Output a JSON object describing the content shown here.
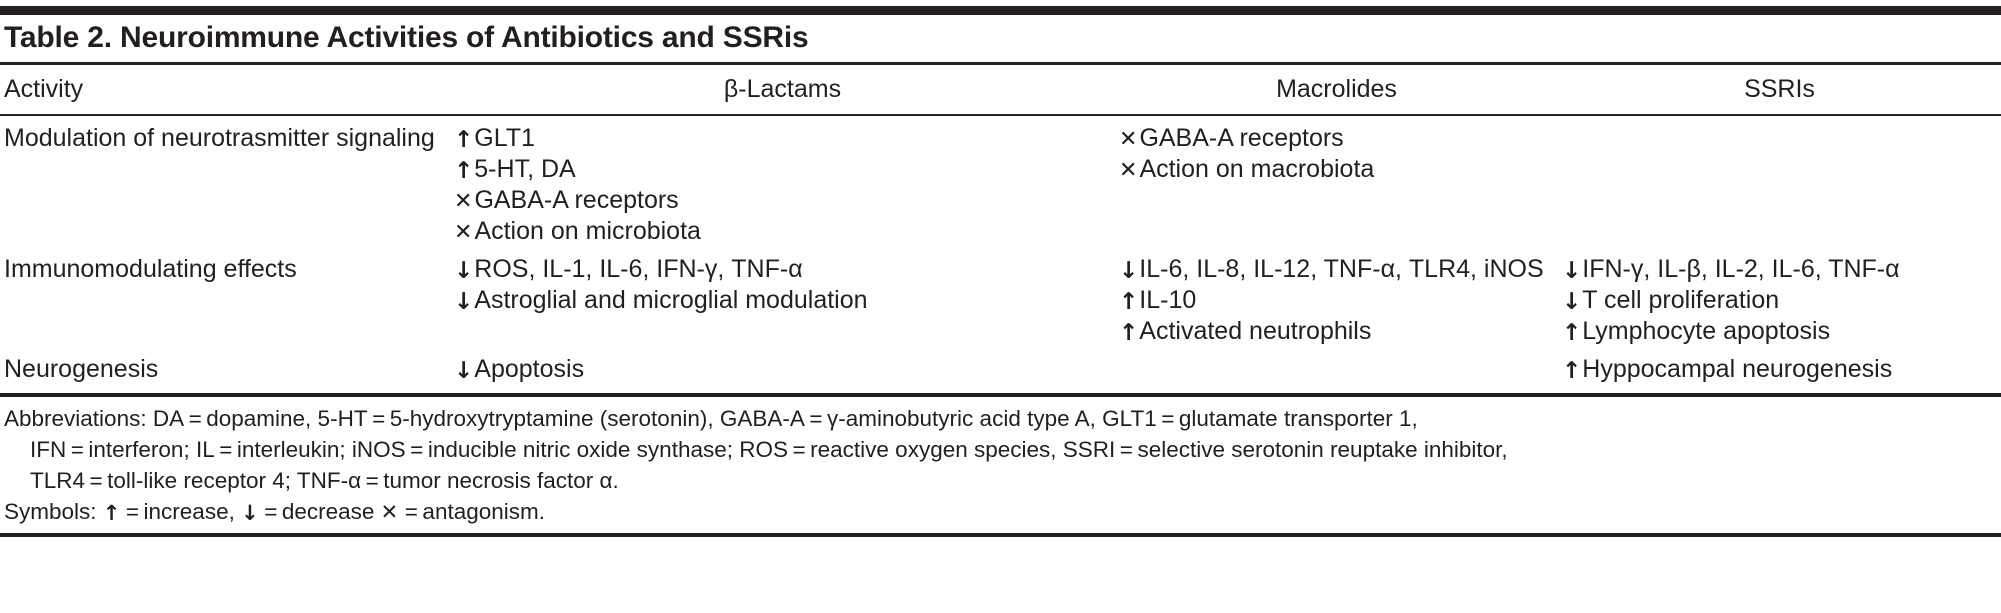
{
  "title": "Table 2. Neuroimmune Activities of Antibiotics and SSRis",
  "columns": {
    "activity": "Activity",
    "betalactams": "β-Lactams",
    "macrolides": "Macrolides",
    "ssris": "SSRIs"
  },
  "rows": [
    {
      "activity": "Modulation of neurotrasmitter signaling",
      "betalactams": [
        {
          "symbol": "↑",
          "symbol_name": "increase",
          "text": "GLT1"
        },
        {
          "symbol": "↑",
          "symbol_name": "increase",
          "text": "5-HT, DA"
        },
        {
          "symbol": "✕",
          "symbol_name": "antagonism",
          "text": "GABA-A receptors"
        },
        {
          "symbol": "✕",
          "symbol_name": "antagonism",
          "text": "Action on microbiota"
        }
      ],
      "macrolides": [
        {
          "symbol": "✕",
          "symbol_name": "antagonism",
          "text": "GABA-A receptors"
        },
        {
          "symbol": "✕",
          "symbol_name": "antagonism",
          "text": "Action on macrobiota"
        }
      ],
      "ssris": []
    },
    {
      "activity": "Immunomodulating effects",
      "betalactams": [
        {
          "symbol": "↓",
          "symbol_name": "decrease",
          "text": "ROS, IL-1, IL-6, IFN-γ, TNF-α"
        },
        {
          "symbol": "↓",
          "symbol_name": "decrease",
          "text": "Astroglial and microglial modulation"
        }
      ],
      "macrolides": [
        {
          "symbol": "↓",
          "symbol_name": "decrease",
          "text": "IL-6, IL-8, IL-12, TNF-α, TLR4, iNOS"
        },
        {
          "symbol": "↑",
          "symbol_name": "increase",
          "text": "IL-10"
        },
        {
          "symbol": "↑",
          "symbol_name": "increase",
          "text": "Activated neutrophils"
        }
      ],
      "ssris": [
        {
          "symbol": "↓",
          "symbol_name": "decrease",
          "text": "IFN-γ, IL-β, IL-2, IL-6, TNF-α"
        },
        {
          "symbol": "↓",
          "symbol_name": "decrease",
          "text": "T cell proliferation"
        },
        {
          "symbol": "↑",
          "symbol_name": "increase",
          "text": "Lymphocyte apoptosis"
        }
      ]
    },
    {
      "activity": "Neurogenesis",
      "betalactams": [
        {
          "symbol": "↓",
          "symbol_name": "decrease",
          "text": "Apoptosis"
        }
      ],
      "macrolides": [],
      "ssris": [
        {
          "symbol": "↑",
          "symbol_name": "increase",
          "text": "Hyppocampal neurogenesis"
        }
      ]
    }
  ],
  "notes": {
    "abbrev_line1": "Abbreviations: DA = dopamine, 5-HT = 5-hydroxytryptamine (serotonin), GABA-A = γ-aminobutyric acid type A, GLT1 = glutamate transporter 1,",
    "abbrev_line2": "IFN = interferon; IL = interleukin; iNOS = inducible nitric oxide synthase; ROS = reactive oxygen species, SSRI = selective serotonin reuptake inhibitor,",
    "abbrev_line3": "TLR4 = toll-like receptor 4; TNF-α = tumor necrosis factor α.",
    "symbols_prefix": "Symbols: ",
    "symbols_increase_glyph": "↑",
    "symbols_increase_text": " = increase, ",
    "symbols_decrease_glyph": "↓",
    "symbols_decrease_text": " = decrease ",
    "symbols_antagonism_glyph": "✕",
    "symbols_antagonism_text": " = antagonism."
  },
  "colors": {
    "ink": "#231f20",
    "paper": "#ffffff"
  }
}
